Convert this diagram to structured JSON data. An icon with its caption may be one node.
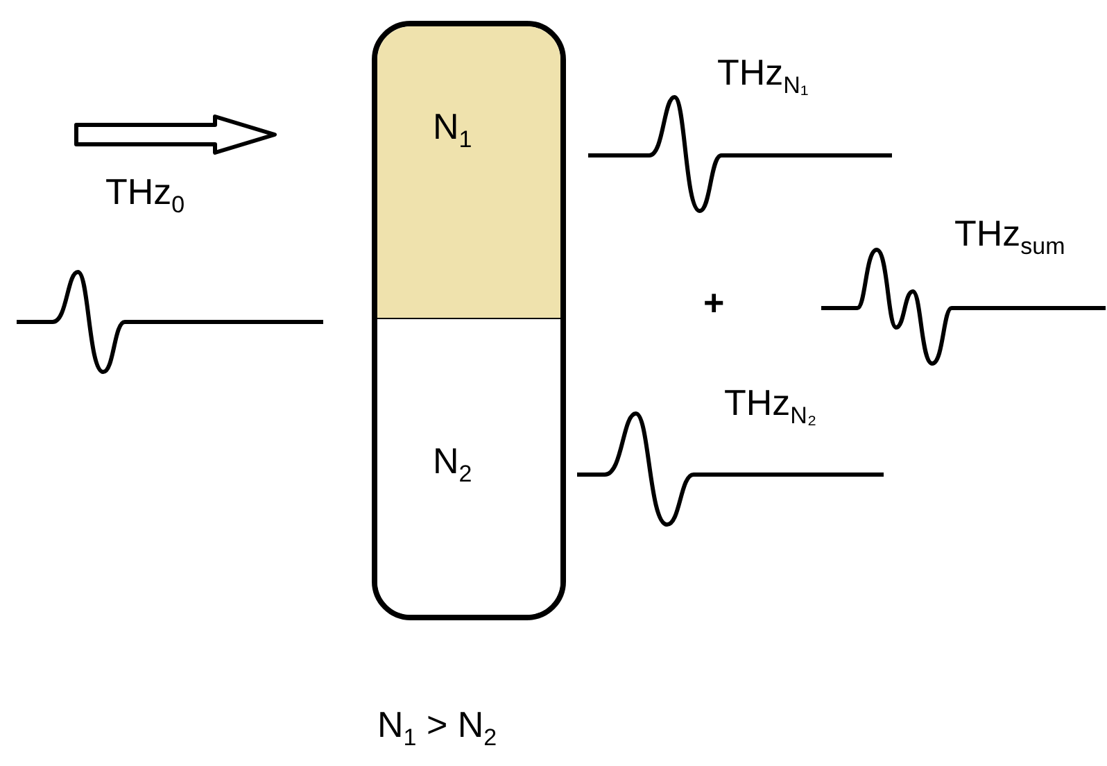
{
  "diagram": {
    "nodes": [
      {
        "text": [],
        "shape": "box"
      },
      {
        "text": [
          "N$_{1}$"
        ],
        "in": 0
      },
      {
        "text": [
          "N$_{2}$"
        ],
        "in": 0
      }
    ],
    "edges": [],
    "labels": [
      "THz$_{0}$",
      "THz$_{N₁}$",
      "+",
      "THz$_{sum}$",
      "THz$_{N₂}$",
      "N$_{1}$ > N$_{2}$"
    ]
  }
}
